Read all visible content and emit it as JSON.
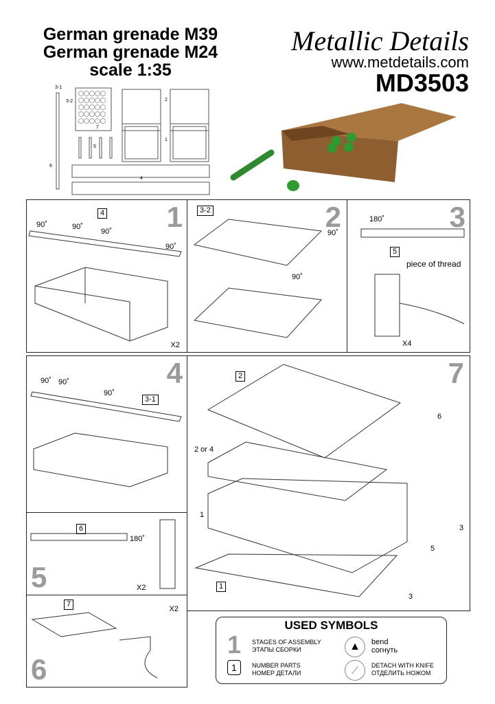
{
  "header": {
    "title_lines": [
      "German grenade M39",
      "German grenade M24",
      "scale 1:35"
    ],
    "brand": "Metallic Details",
    "url": "www.metdetails.com",
    "code": "MD3503"
  },
  "sheet_labels": [
    "3-1",
    "3-2",
    "2",
    "7",
    "5",
    "1",
    "6",
    "4"
  ],
  "panels": {
    "p1": {
      "stage": "1",
      "part": "4",
      "angles": [
        "90˚",
        "90˚",
        "90˚",
        "90˚"
      ],
      "qty": "X2"
    },
    "p2": {
      "stage": "2",
      "part": "3-2",
      "angles": [
        "90˚",
        "90˚"
      ]
    },
    "p3": {
      "stage": "3",
      "angle": "180˚",
      "part": "5",
      "note": "piece of thread",
      "qty": "X4"
    },
    "p4": {
      "stage": "4",
      "angles": [
        "90˚",
        "90˚",
        "90˚"
      ],
      "part": "3-1"
    },
    "p5": {
      "stage": "5",
      "part": "6",
      "angle": "180˚",
      "qty": "X2"
    },
    "p6": {
      "stage": "6",
      "part": "7",
      "qty": "X2"
    },
    "p7": {
      "stage": "7",
      "part_top": "2",
      "part_hook": "6",
      "alt": "2 or 4",
      "side": "1",
      "bottom": "1",
      "three_a": "3",
      "five": "5",
      "three_b": "3"
    }
  },
  "legend": {
    "title": "USED SYMBOLS",
    "stage_sample": "1",
    "stages_en": "STAGES OF ASSEMBLY",
    "stages_ru": "ЭТАПЫ СБОРКИ",
    "part_sample": "1",
    "parts_en": "NUMBER PARTS",
    "parts_ru": "НОМЕР ДЕТАЛИ",
    "bend_en": "bend",
    "bend_ru": "согнуть",
    "knife_en": "DETACH WITH KNIFE",
    "knife_ru": "ОТДЕЛИТЬ НОЖОМ"
  },
  "colors": {
    "box": "#9a6a3c",
    "grenade": "#2f9a2f",
    "stage": "#9a9a9a"
  }
}
